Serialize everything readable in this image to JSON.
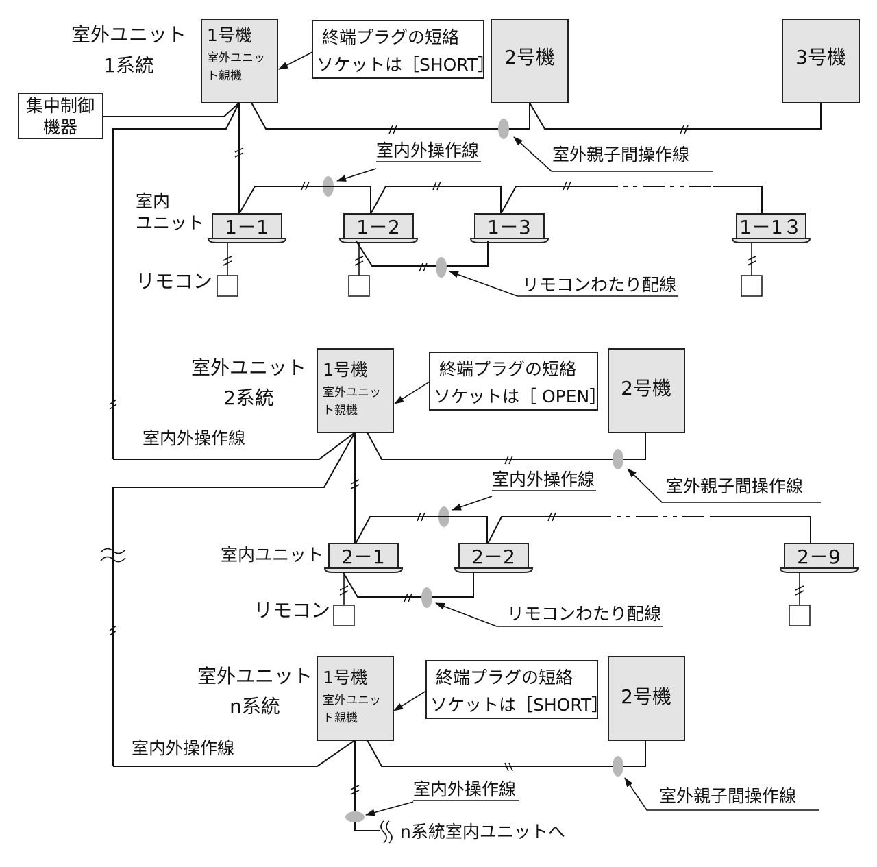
{
  "diagram": {
    "colors": {
      "unit_fill": "#e4e4e4",
      "tag_fill": "#b8b8b8",
      "line": "#111111"
    },
    "system1": {
      "label_line1": "室外ユニット",
      "label_line2": "1系統",
      "central_control_line1": "集中制御",
      "central_control_line2": "機器",
      "master": {
        "title": "1号機",
        "sub_line1": "室外ユニッ",
        "sub_line2": "ト親機"
      },
      "unit2": "2号機",
      "unit3": "3号機",
      "callout_line1": "終端プラグの短絡",
      "callout_line2": "ソケットは［SHORT］",
      "indoor_outdoor_wire": "室内外操作線",
      "outdoor_parent_child_wire": "室外親子間操作線",
      "indoor_label_line1": "室内",
      "indoor_label_line2": "ユニット",
      "indoor_units": [
        "1－1",
        "1－2",
        "1－3",
        "1－1３"
      ],
      "remote_label": "リモコン",
      "remote_crossover": "リモコンわたり配線"
    },
    "system2": {
      "label_line1": "室外ユニット",
      "label_line2": "2系統",
      "master": {
        "title": "1号機",
        "sub_line1": "室外ユニッ",
        "sub_line2": "ト親機"
      },
      "unit2": "2号機",
      "callout_line1": "終端プラグの短絡",
      "callout_line2": "ソケットは［ OPEN］",
      "indoor_outdoor_wire_left": "室内外操作線",
      "indoor_outdoor_wire": "室内外操作線",
      "outdoor_parent_child_wire": "室外親子間操作線",
      "indoor_label": "室内ユニット",
      "indoor_units": [
        "2－1",
        "2－2",
        "2－9"
      ],
      "remote_label": "リモコン",
      "remote_crossover": "リモコンわたり配線"
    },
    "systemN": {
      "label_line1": "室外ユニット",
      "label_line2": "n系統",
      "master": {
        "title": "1号機",
        "sub_line1": "室外ユニッ",
        "sub_line2": "ト親機"
      },
      "unit2": "2号機",
      "callout_line1": "終端プラグの短絡",
      "callout_line2": "ソケットは［SHORT］",
      "indoor_outdoor_wire_left": "室内外操作線",
      "indoor_outdoor_wire": "室内外操作線",
      "outdoor_parent_child_wire": "室外親子間操作線",
      "to_indoor": "n系統室内ユニットへ"
    }
  }
}
